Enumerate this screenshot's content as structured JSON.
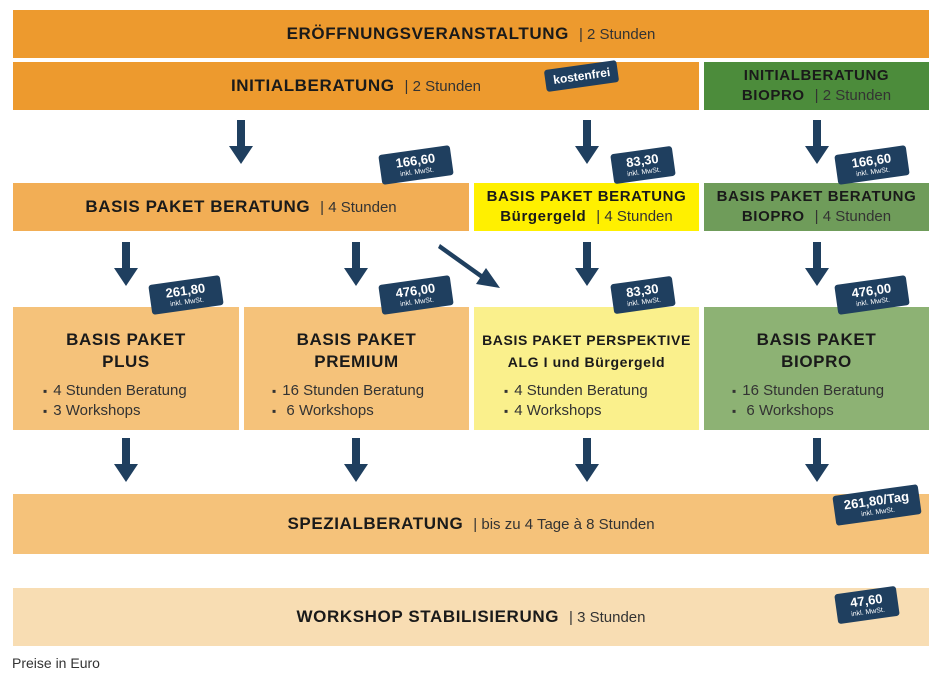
{
  "colors": {
    "orange_dark": "#ED9A2E",
    "orange_mid": "#F2AE55",
    "orange_light": "#F5C27A",
    "orange_pale": "#F8DDB3",
    "green_dark": "#4C8C3B",
    "green_mid": "#6F9C5A",
    "green_light": "#8DB274",
    "yellow_bright": "#FFF000",
    "yellow_pale": "#FAF08C",
    "navy": "#1F3F5F"
  },
  "eroeffnung": {
    "title": "ERÖFFNUNGSVERANSTALTUNG",
    "duration": "| 2 Stunden"
  },
  "initial": {
    "title": "INITIALBERATUNG",
    "duration": "| 2 Stunden",
    "badge": "kostenfrei"
  },
  "initial_biopro": {
    "line1": "INITIALBERATUNG",
    "line2_bold": "BIOPRO",
    "duration": "| 2 Stunden"
  },
  "basis_beratung": {
    "title": "BASIS PAKET BERATUNG",
    "duration": "| 4 Stunden",
    "price": "166,60",
    "tax": "inkl. MwSt."
  },
  "basis_buergergeld": {
    "line1": "BASIS PAKET BERATUNG",
    "line2_bold": "Bürgergeld",
    "duration": "| 4 Stunden",
    "price": "83,30",
    "tax": "inkl. MwSt."
  },
  "basis_biopro": {
    "line1": "BASIS PAKET BERATUNG",
    "line2_bold": "BIOPRO",
    "duration": "| 4 Stunden",
    "price": "166,60",
    "tax": "inkl. MwSt."
  },
  "alg_label": "ALG I",
  "packages": [
    {
      "line1": "BASIS PAKET",
      "line2": "PLUS",
      "items": [
        "4 Stunden Beratung",
        "3 Workshops"
      ],
      "price": "261,80",
      "tax": "inkl. MwSt."
    },
    {
      "line1": "BASIS PAKET",
      "line2": "PREMIUM",
      "items": [
        "16 Stunden Beratung",
        " 6 Workshops"
      ],
      "price": "476,00",
      "tax": "inkl. MwSt."
    },
    {
      "line1": "BASIS PAKET PERSPEKTIVE",
      "line2": "ALG I und Bürgergeld",
      "items": [
        "4 Stunden Beratung",
        "4 Workshops"
      ],
      "price": "83,30",
      "tax": "inkl. MwSt."
    },
    {
      "line1": "BASIS PAKET",
      "line2": "BIOPRO",
      "items": [
        "16 Stunden Beratung",
        " 6 Workshops"
      ],
      "price": "476,00",
      "tax": "inkl. MwSt."
    }
  ],
  "spezial": {
    "title": "SPEZIALBERATUNG",
    "duration": "| bis zu 4 Tage à 8 Stunden",
    "price": "261,80/Tag",
    "tax": "inkl. MwSt."
  },
  "workshop": {
    "title": "WORKSHOP STABILISIERUNG",
    "duration": "| 3 Stunden",
    "price": "47,60",
    "tax": "inkl. MwSt."
  },
  "footnote": "Preise in Euro"
}
